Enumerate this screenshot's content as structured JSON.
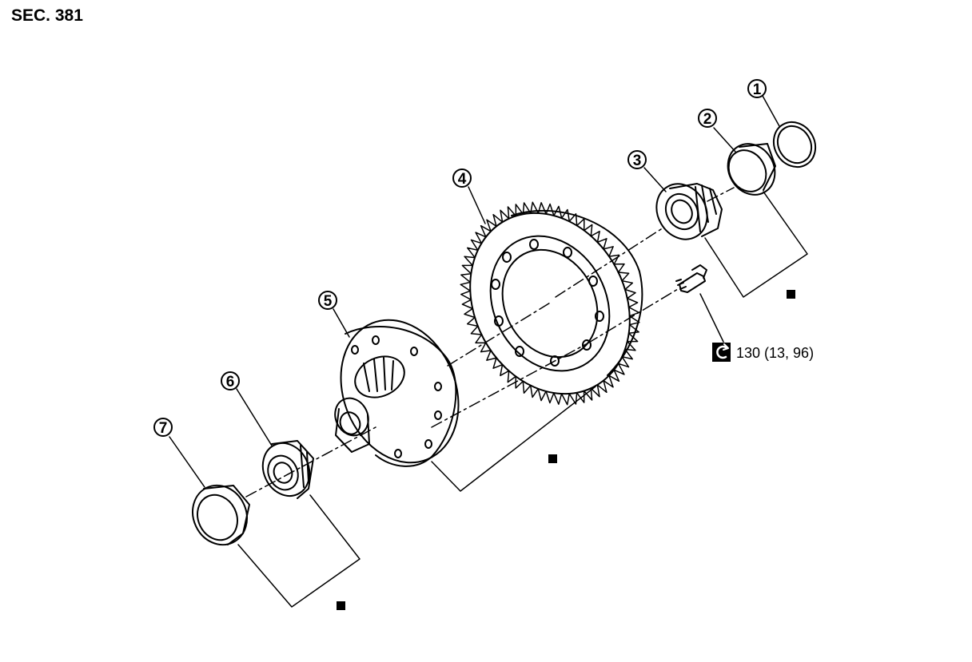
{
  "section": "SEC. 381",
  "callouts": [
    "1",
    "2",
    "3",
    "4",
    "5",
    "6",
    "7"
  ],
  "torque": {
    "icon": "tightening-torque-icon",
    "value": "130 (13, 96)"
  },
  "marks": {
    "icon": "black-square-marker"
  }
}
